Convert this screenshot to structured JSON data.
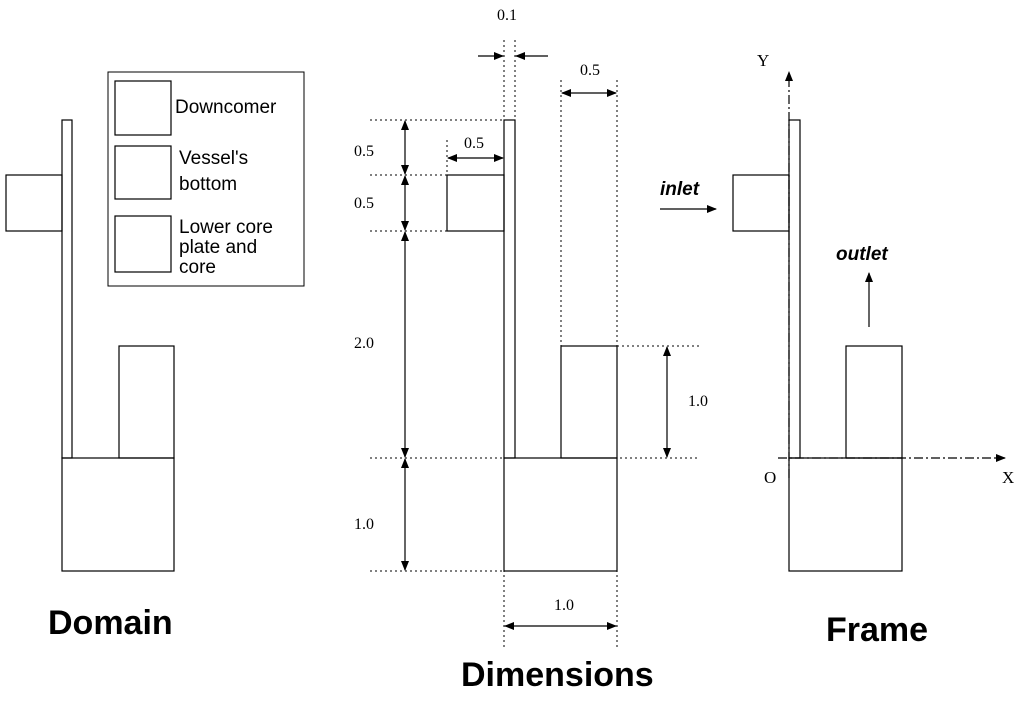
{
  "legend": {
    "downcomer": "Downcomer",
    "vessel_bottom": [
      "Vessel's",
      "bottom"
    ],
    "lower_core": [
      "Lower core",
      "plate and",
      "core"
    ]
  },
  "captions": {
    "domain": "Domain",
    "dimensions": "Dimensions",
    "frame": "Frame"
  },
  "dimensions": {
    "top_width": "0.1",
    "core_width": "0.5",
    "inlet_width": "0.5",
    "top_gap": "0.5",
    "inlet_height": "0.5",
    "downcomer_height": "2.0",
    "core_height": "1.0",
    "bottom_height": "1.0",
    "bottom_width": "1.0"
  },
  "frame": {
    "y_axis": "Y",
    "x_axis": "X",
    "origin": "O",
    "inlet": "inlet",
    "outlet": "outlet"
  }
}
